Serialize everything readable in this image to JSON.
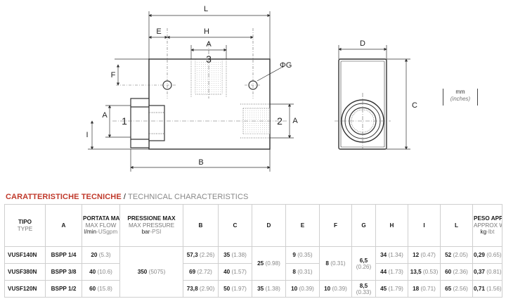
{
  "drawing": {
    "labels": {
      "L": "L",
      "E": "E",
      "H": "H",
      "A_top": "A",
      "port3": "3",
      "phiG": "ΦG",
      "F": "F",
      "A_left": "A",
      "I": "I",
      "port1": "1",
      "port2": "2",
      "A_right": "A",
      "B": "B",
      "D": "D",
      "C": "C"
    },
    "units": {
      "metric": "mm",
      "imperial": "(inches)"
    }
  },
  "title": {
    "it": "CARATTERISTICHE TECNICHE",
    "separator": " / ",
    "en": "TECHNICAL CHARACTERISTICS"
  },
  "table": {
    "headers": {
      "tipo": {
        "it": "TIPO",
        "en": "TYPE"
      },
      "a": {
        "it": "A"
      },
      "portata": {
        "it": "PORTATA MAX",
        "en": "MAX FLOW",
        "unit_metric": "l/min",
        "unit_imperial": "-USgpm"
      },
      "pressione": {
        "it": "PRESSIONE MAX",
        "en": "MAX PRESSURE",
        "unit_metric": "bar",
        "unit_imperial": "-PSI"
      },
      "b": "B",
      "c": "C",
      "d": "D",
      "e": "E",
      "f": "F",
      "g": "G",
      "h": "H",
      "i": "I",
      "l": "L",
      "peso": {
        "it": "PESO APPROX",
        "en": "APPROX WEIGHT",
        "unit_metric": "kg",
        "unit_imperial": "-lbt"
      }
    },
    "rows": [
      {
        "tipo": "VUSF140N",
        "a": "BSPP 1/4",
        "portata": "20",
        "portata_imp": "(5.3)",
        "b": "57,3",
        "b_imp": "(2.26)",
        "c": "35",
        "c_imp": "(1.38)",
        "e": "9",
        "e_imp": "(0.35)",
        "h": "34",
        "h_imp": "(1.34)",
        "i": "12",
        "i_imp": "(0.47)",
        "l": "52",
        "l_imp": "(2.05)",
        "peso": "0,29",
        "peso_imp": "(0.65)"
      },
      {
        "tipo": "VUSF380N",
        "a": "BSPP 3/8",
        "portata": "40",
        "portata_imp": "(10.6)",
        "b": "69",
        "b_imp": "(2.72)",
        "c": "40",
        "c_imp": "(1.57)",
        "e": "8",
        "e_imp": "(0.31)",
        "h": "44",
        "h_imp": "(1.73)",
        "i": "13,5",
        "i_imp": "(0.53)",
        "l": "60",
        "l_imp": "(2.36)",
        "peso": "0,37",
        "peso_imp": "(0.81)"
      },
      {
        "tipo": "VUSF120N",
        "a": "BSPP 1/2",
        "portata": "60",
        "portata_imp": "(15.8)",
        "b": "73,8",
        "b_imp": "(2.90)",
        "c": "50",
        "c_imp": "(1.97)",
        "d": "35",
        "d_imp": "(1.38)",
        "e": "10",
        "e_imp": "(0.39)",
        "f": "10",
        "f_imp": "(0.39)",
        "g": "8,5",
        "g_imp": "(0.33)",
        "h": "45",
        "h_imp": "(1.79)",
        "i": "18",
        "i_imp": "(0.71)",
        "l": "65",
        "l_imp": "(2.56)",
        "peso": "0,71",
        "peso_imp": "(1.56)"
      }
    ],
    "merged": {
      "pressione": "350",
      "pressione_imp": "(5075)",
      "d": "25",
      "d_imp": "(0.98)",
      "f": "8",
      "f_imp": "(0.31)",
      "g": "6,5",
      "g_imp": "(0.26)"
    }
  }
}
